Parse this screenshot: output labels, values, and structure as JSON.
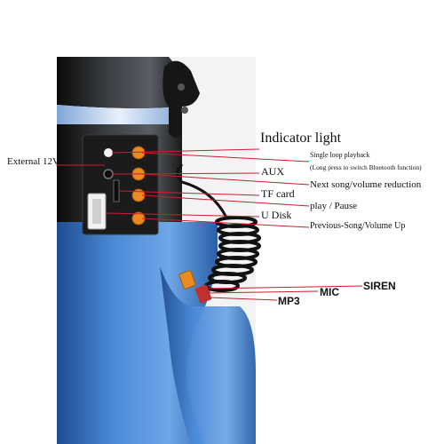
{
  "callouts": {
    "indicator": "Indicator light",
    "single_loop": "Single loop playback",
    "long_press": "(Long press to switch Bluetooth function)",
    "external": "External 12V",
    "aux": "AUX",
    "next": "Next song/volume reduction",
    "tf": "TF card",
    "play": "play / Pause",
    "udisk": "U Disk",
    "prev": "Previous-Song/Volume Up",
    "siren": "SIREN",
    "mic": "MIC",
    "mp3": "MP3"
  },
  "colors": {
    "line": "#cc1e2c",
    "body_blue": "#3c78c8",
    "panel": "#1b1b1b",
    "button": "#e98a22",
    "cable": "#111111"
  }
}
